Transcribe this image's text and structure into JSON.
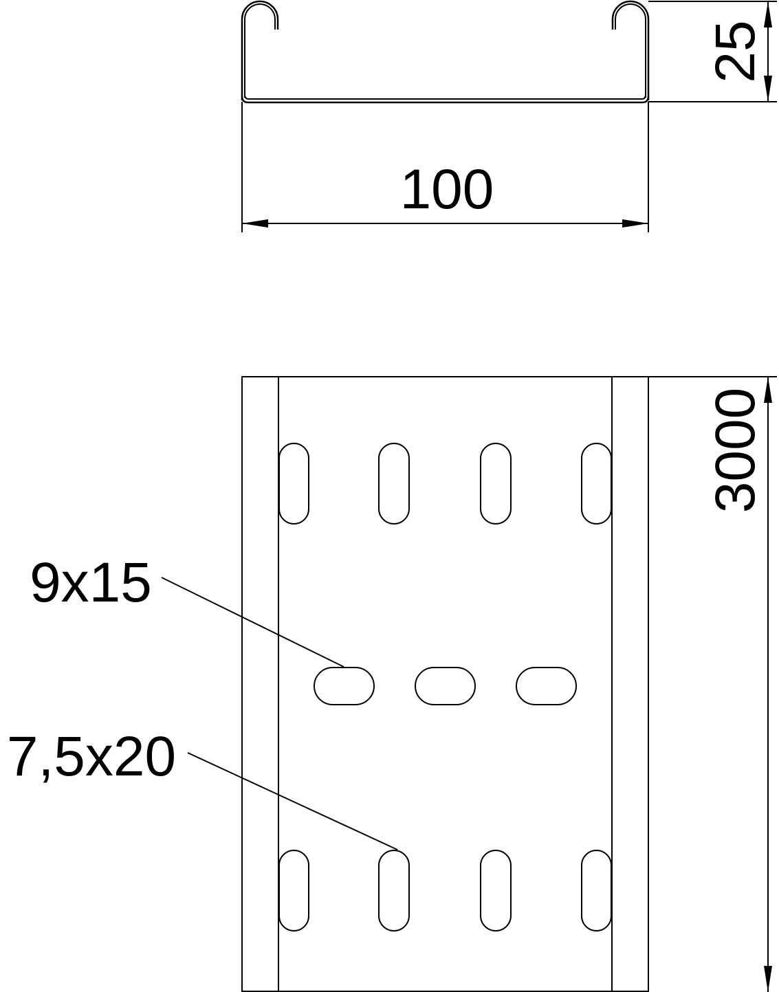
{
  "drawing": {
    "profile_view": {
      "width_dimension": "100",
      "height_dimension": "25"
    },
    "plan_view": {
      "length_dimension": "3000",
      "slot_label_horizontal": "9x15",
      "slot_label_vertical": "7,5x20"
    },
    "colors": {
      "line": "#000000",
      "background": "#ffffff"
    }
  }
}
